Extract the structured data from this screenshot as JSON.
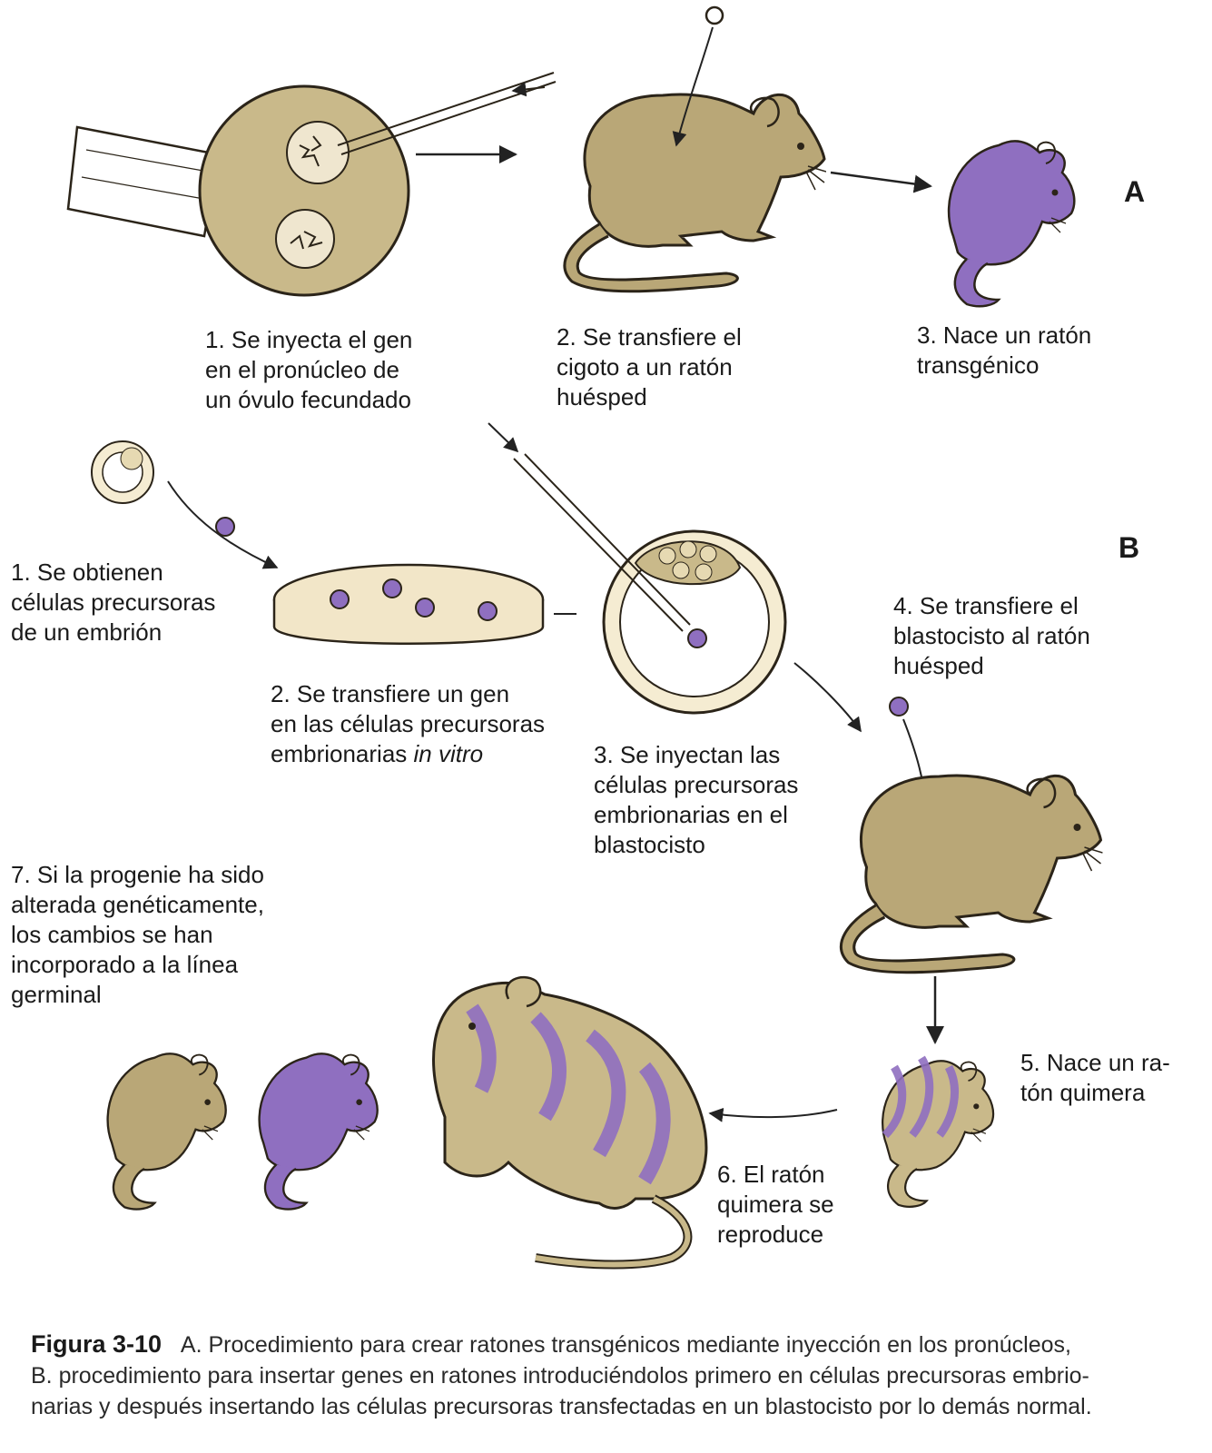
{
  "part_labels": {
    "a": "A",
    "b": "B"
  },
  "section_a": {
    "step1": [
      "1. Se inyecta el gen",
      "en el pronúcleo de",
      "un óvulo fecundado"
    ],
    "step2": [
      "2. Se transfiere el",
      "cigoto a un ratón",
      "huésped"
    ],
    "step3": [
      "3. Nace un ratón",
      "transgénico"
    ]
  },
  "section_b": {
    "step1": [
      "1. Se obtienen",
      "células precursoras",
      "de un embrión"
    ],
    "step2": [
      "2. Se transfiere un gen",
      "en las células precursoras",
      "embrionarias "
    ],
    "step2_italic": "in vitro",
    "step3": [
      "3. Se inyectan las",
      "células precursoras",
      "embrionarias en el",
      "blastocisto"
    ],
    "step4": [
      "4. Se transfiere el",
      "blastocisto al ratón",
      "huésped"
    ],
    "step5": [
      "5. Nace un ra-",
      "tón quimera"
    ],
    "step6": [
      "6. El ratón",
      "quimera se",
      "reproduce"
    ],
    "step7": [
      "7. Si la progenie ha sido",
      "alterada genéticamente,",
      "los cambios se han",
      "incorporado a la línea",
      "germinal"
    ]
  },
  "caption": {
    "figure_label": "Figura 3-10",
    "lines": [
      "A. Procedimiento para crear ratones transgénicos mediante inyección en los pronúcleos,",
      "B. procedimiento para insertar genes en ratones introduciéndolos primero en células precursoras embrio-",
      "narias y después insertando las células precursoras transfectadas en un blastocisto por lo demás normal."
    ]
  },
  "colors": {
    "host_mouse": "#b9a777",
    "transgenic": "#8f6fc0",
    "outline": "#2b2419",
    "egg": "#c9b98a"
  }
}
